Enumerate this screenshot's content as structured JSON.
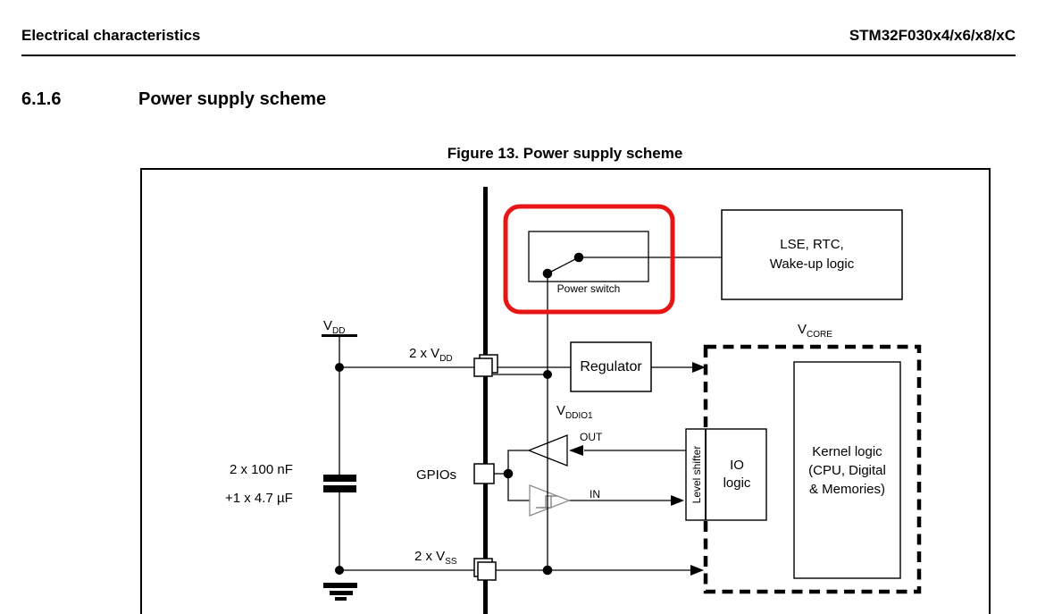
{
  "page": {
    "header_left": "Electrical characteristics",
    "header_right": "STM32F030x4/x6/x8/xC",
    "section_number": "6.1.6",
    "section_title": "Power supply scheme",
    "figure_caption": "Figure 13. Power supply scheme"
  },
  "diagram": {
    "power_switch_label": "Power switch",
    "lse_box": {
      "line1": "LSE, RTC,",
      "line2": "Wake-up logic"
    },
    "vdd": {
      "main": "V",
      "sub": "DD"
    },
    "vdd_pins": {
      "prefix": "2 x V",
      "sub": "DD"
    },
    "vss_pins": {
      "prefix": "2 x V",
      "sub": "SS"
    },
    "regulator_label": "Regulator",
    "vcore": {
      "main": "V",
      "sub": "CORE"
    },
    "vddio1": {
      "main": "V",
      "sub": "DDIO1"
    },
    "out_label": "OUT",
    "in_label": "IN",
    "gpios_label": "GPIOs",
    "level_shifter_label": "Level shifter",
    "io_logic": {
      "line1": "IO",
      "line2": "logic"
    },
    "kernel": {
      "line1": "Kernel logic",
      "line2": "(CPU, Digital",
      "line3": "& Memories)"
    },
    "capacitors": {
      "line1": "2 x 100 nF",
      "line2": "+1 x 4.7 µF"
    },
    "colors": {
      "highlight_red": "#e81515",
      "line_black": "#000000",
      "schmitt_gray": "#8c8c8c"
    }
  }
}
